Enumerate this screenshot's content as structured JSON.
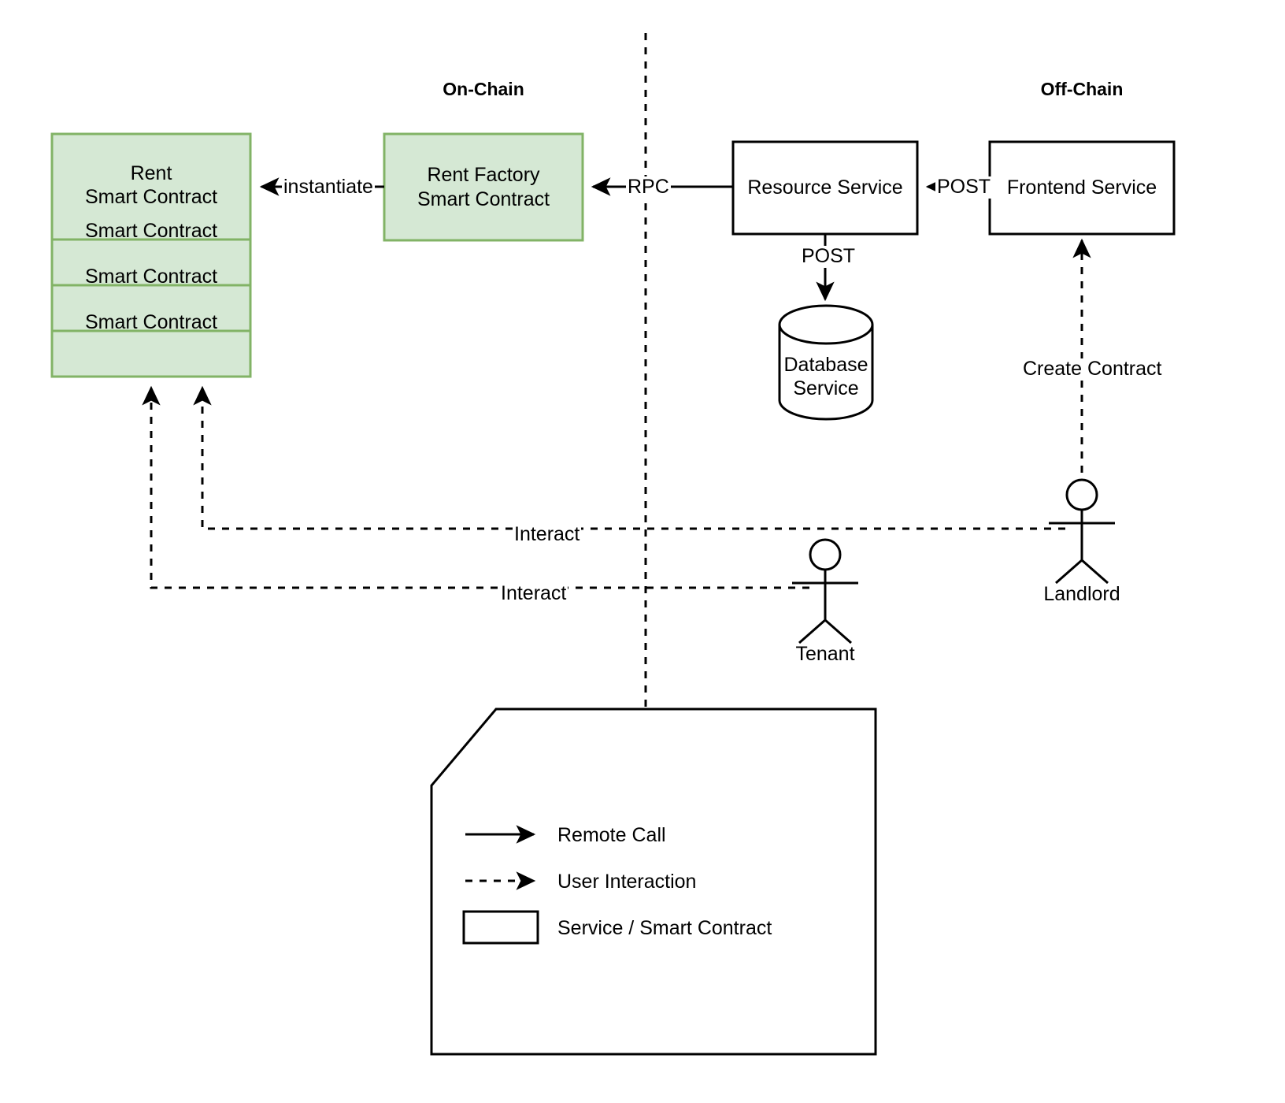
{
  "diagram": {
    "title": "On-Chain / Off-Chain Rent Smart Contract Architecture",
    "colors": {
      "contract_fill": "#d5e8d4",
      "contract_stroke": "#82b366",
      "service_fill": "#ffffff",
      "service_stroke": "#000000",
      "line": "#000000",
      "background": "#ffffff"
    }
  },
  "sections": {
    "on_chain": "On-Chain",
    "off_chain": "Off-Chain"
  },
  "nodes": {
    "rent_contract_stack": {
      "primary_label": "Rent\nSmart Contract",
      "stacked_label": "Smart Contract",
      "copies": 4
    },
    "rent_factory": "Rent Factory\nSmart Contract",
    "resource_service": "Resource Service",
    "frontend_service": "Frontend Service",
    "database_service": "Database\nService"
  },
  "actors": {
    "tenant": "Tenant",
    "landlord": "Landlord"
  },
  "edges": {
    "instantiate": "instantiate",
    "rpc": "RPC",
    "post_frontend_to_resource": "POST",
    "post_resource_to_db": "POST",
    "create_contract": "Create Contract",
    "interact_landlord": "Interact",
    "interact_tenant": "Interact"
  },
  "legend": {
    "items": [
      {
        "symbol": "solid-arrow",
        "label": "Remote Call"
      },
      {
        "symbol": "dashed-arrow",
        "label": "User Interaction"
      },
      {
        "symbol": "rectangle",
        "label": "Service / Smart Contract"
      }
    ]
  }
}
